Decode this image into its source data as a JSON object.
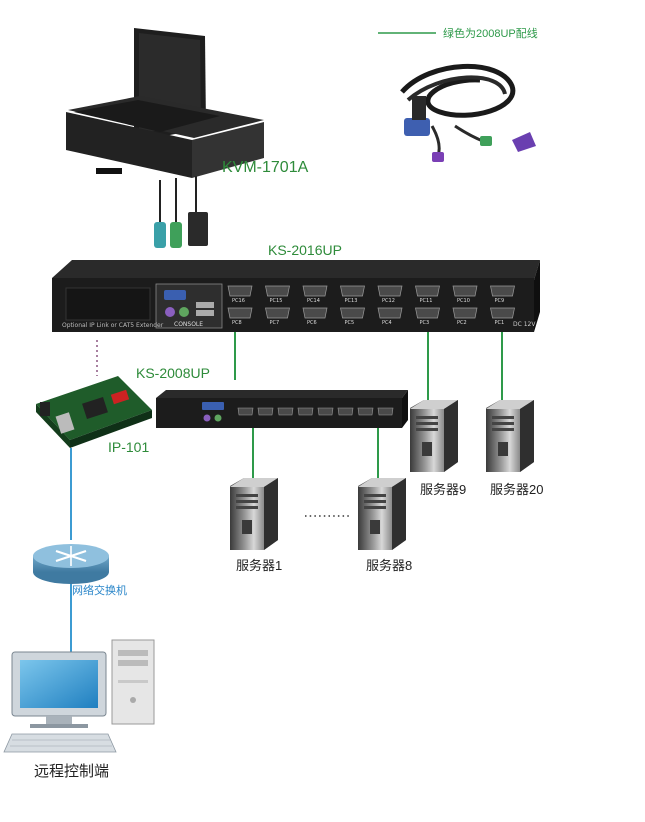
{
  "legend": {
    "text": "绿色为2008UP配线",
    "color": "#2e9a4a"
  },
  "labels": {
    "kvm": "KVM-1701A",
    "ks2016": "KS-2016UP",
    "ks2008": "KS-2008UP",
    "ip101": "IP-101",
    "switch": "网络交换机",
    "remote": "远程控制端",
    "server1": "服务器1",
    "server8": "服务器8",
    "server9": "服务器9",
    "server20": "服务器20"
  },
  "ks2016": {
    "panel_text": "Optional  IP Link or CAT5 Extender",
    "console_label": "CONSOLE",
    "dc_label": "DC 12V",
    "ports_top": [
      "PC16",
      "PC15",
      "PC14",
      "PC13",
      "PC12",
      "PC11",
      "PC10",
      "PC9"
    ],
    "ports_bottom": [
      "PC8",
      "PC7",
      "PC6",
      "PC5",
      "PC4",
      "PC3",
      "PC2",
      "PC1"
    ]
  },
  "colors": {
    "green_line": "#2e9a4a",
    "blue_line": "#3c9bd2",
    "green_text": "#2e8b3a",
    "blue_text": "#2a86c9",
    "dotted": "#7a3c6e"
  }
}
